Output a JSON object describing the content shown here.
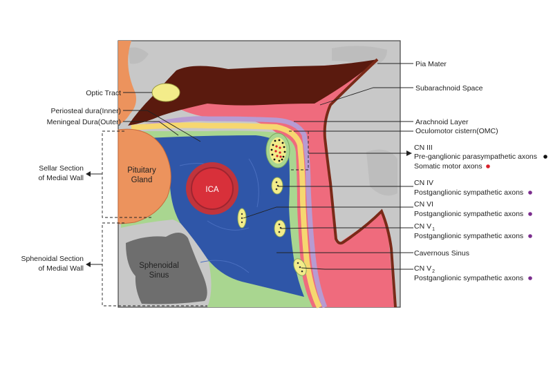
{
  "labels": {
    "optic_tract": "Optic Tract",
    "periosteal_dura": "Periosteal dura(Inner)",
    "meningeal_dura": "Meningeal Dura(Outer)",
    "sellar_section_1": "Sellar Section",
    "sellar_section_2": "of Medial Wall",
    "sphenoidal_section_1": "Sphenoidal Section",
    "sphenoidal_section_2": "of Medial Wall",
    "pituitary_1": "Pituitary",
    "pituitary_2": "Gland",
    "ica": "ICA",
    "sphenoidal_sinus_1": "Sphenoidal",
    "sphenoidal_sinus_2": "Sinus",
    "pia_mater": "Pia Mater",
    "subarachnoid_space": "Subarachnoid Space",
    "arachnoid_layer": "Arachnoid Layer",
    "oculomotor_cistern": "Oculomotor cistern(OMC)",
    "cn3": "CN III",
    "cn3_pre": "Pre-ganglionic parasympathetic axons",
    "cn3_somatic": "Somatic motor axons",
    "cn4": "CN IV",
    "cn4_post": "Postganglionic sympathetic axons",
    "cn6": "CN VI",
    "cn6_post": "Postganglionic sympathetic axons",
    "cn5_1": "CN V",
    "cn5_1_sub": "1",
    "cn5_1_post": "Postganglionic sympathetic axons",
    "cavernous_sinus": "Cavernous Sinus",
    "cn5_2": "CN V",
    "cn5_2_sub": "2",
    "cn5_2_post": "Postganglionic sympathetic axons"
  },
  "colors": {
    "background_bone": "#c8c8c8",
    "pia_brain": "#5a1a0e",
    "subarachnoid": "#ef6b7d",
    "arachnoid": "#b79bd2",
    "meningeal_dura": "#f6d770",
    "periosteal_dura": "#a9d690",
    "cavernous_sinus": "#2f56a8",
    "ica_outer": "#c0343c",
    "ica_inner": "#d8303a",
    "pituitary": "#ec935d",
    "sphenoidal_sinus": "#6e6e6e",
    "nerve": "#f3ec8a",
    "parasympathetic_dot": "#111111",
    "somatic_dot": "#d8202a",
    "sympathetic_dot": "#7b2d8e"
  }
}
